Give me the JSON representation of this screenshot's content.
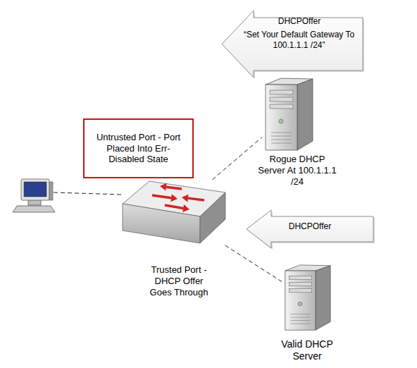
{
  "diagram": {
    "nodes": [
      {
        "text": [
          "DHCPOffer",
          "“Set Your Default Gateway To 100.1.1.1 /24”"
        ]
      },
      {
        "text": [
          "Rogue DHCP Server At 100.1.1.1 /24"
        ]
      },
      {
        "text": [
          "Untrusted Port - Port Placed Into Err-Disabled State"
        ]
      },
      {
        "text": [
          "Trusted Port - DHCP Offer Goes Through"
        ]
      },
      {
        "text": [
          "DHCPOffer"
        ]
      },
      {
        "text": [
          "Valid DHCP Server"
        ]
      }
    ],
    "edges": [
      {
        "from": 3,
        "to": 1,
        "arrow": "none"
      },
      {
        "from": 3,
        "to": 5,
        "arrow": "none"
      }
    ]
  }
}
